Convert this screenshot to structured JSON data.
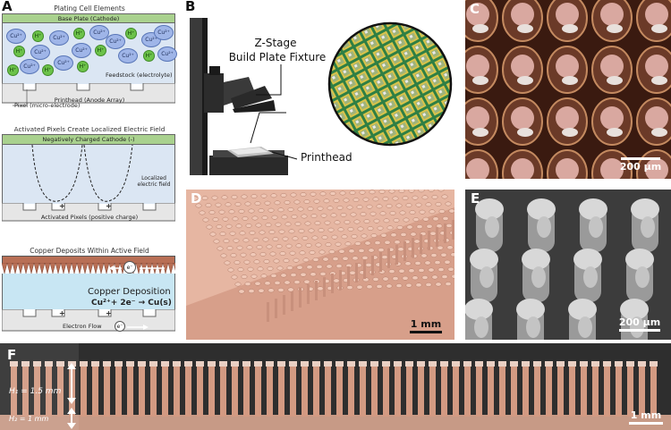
{
  "panels": {
    "a": "A",
    "b": "B",
    "c": "C",
    "d": "D",
    "e": "E",
    "f": "F"
  },
  "panelA": {
    "title1": "Plating Cell Elements",
    "baseplate": "Base Plate (Cathode)",
    "feedstock": "Feedstock (electrolyte)",
    "printhead": "Printhead (Anode Array)",
    "pixel": "Pixel (micro-electrode)",
    "cu_ion": "Cu²⁺",
    "h_ion": "H⁺",
    "title2": "Activated Pixels Create Localized Electric Field",
    "cathode": "Negatively Charged Cathode (-)",
    "localized": "Localized electric field",
    "activated": "Activated Pixels (positive charge)",
    "plus": "+",
    "title3": "Copper Deposits Within Active Field",
    "electron": "e⁻",
    "deposition": "Copper Deposition",
    "equation": "Cu²⁺+ 2e⁻ → Cu(s)",
    "electronflow": "Electron Flow"
  },
  "panelB": {
    "zstage_line1": "Z-Stage",
    "zstage_line2": "Build Plate Fixture",
    "printhead": "Printhead"
  },
  "scales": {
    "c": "200 µm",
    "d": "1 mm",
    "e": "200 µm",
    "f": "1 mm"
  },
  "panelF": {
    "h1": "H₁ = 1.5 mm",
    "h2": "H₂ = 1 mm"
  },
  "colors": {
    "copper": "#c98366",
    "green": "#a9d18e",
    "electrolyte": "#dbe6f3",
    "blue_ion": "#9fb5e8",
    "green_ion": "#6cc24a"
  }
}
